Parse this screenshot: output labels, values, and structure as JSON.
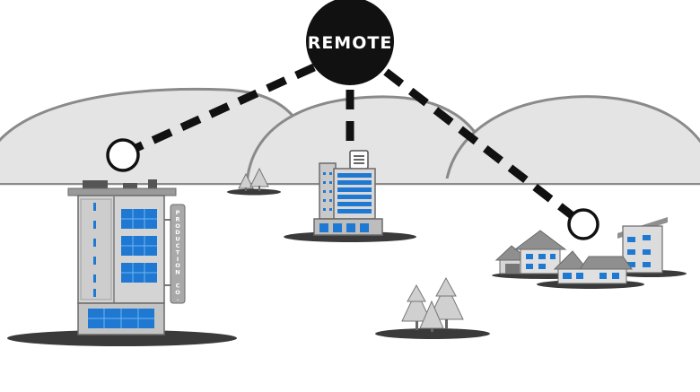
{
  "hub": {
    "label": "REMOTE",
    "colors": {
      "hub_fill": "#111111",
      "hub_text": "#ffffff"
    }
  },
  "production_building": {
    "sign_letters": [
      "P",
      "R",
      "O",
      "D",
      "U",
      "C",
      "T",
      "I",
      "O",
      "N",
      " ",
      "C",
      "O",
      "."
    ]
  },
  "colors": {
    "hill_fill": "#e4e4e4",
    "hill_stroke": "#8a8a8a",
    "building_gray": "#c9c9c9",
    "building_dark": "#8f8f8f",
    "window_blue": "#1f78d1",
    "window_light": "#6fb6f2",
    "shadow": "#3a3a3a",
    "link": "#111111"
  }
}
